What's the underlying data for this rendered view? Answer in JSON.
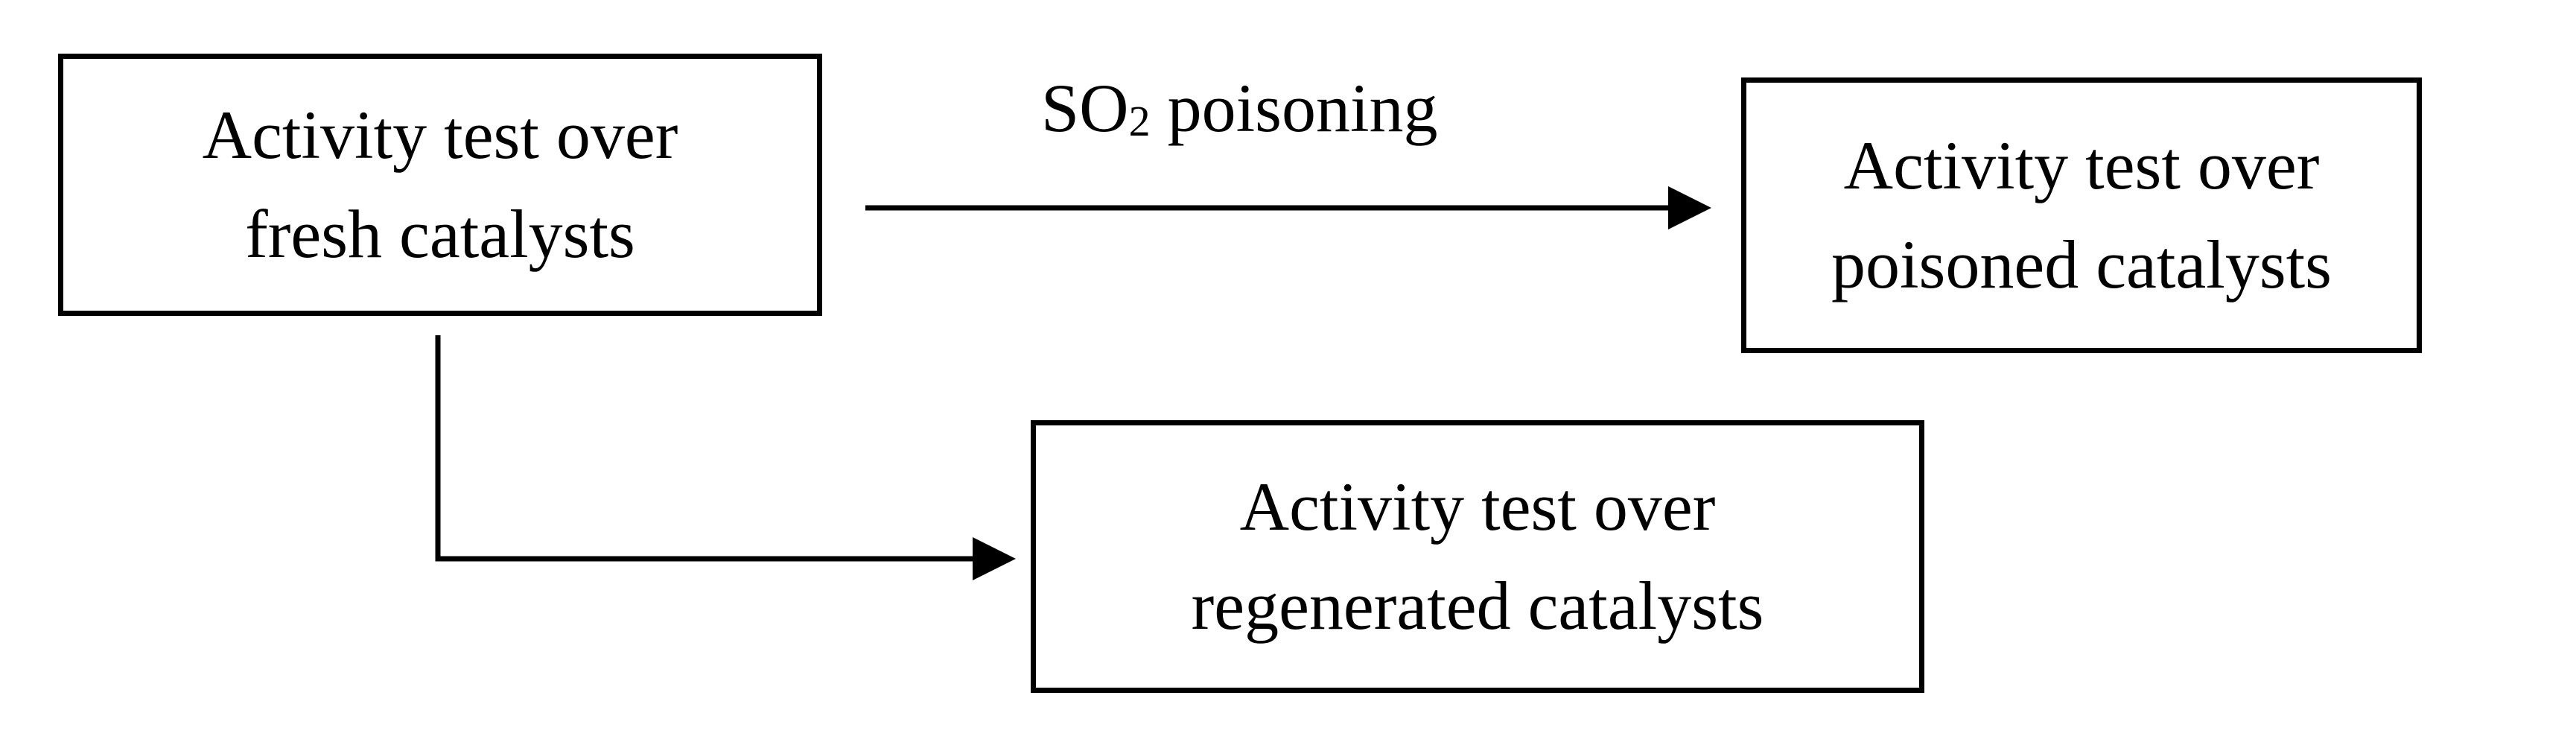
{
  "nodes": {
    "fresh": {
      "line1": "Activity test over",
      "line2": "fresh catalysts"
    },
    "poisoned": {
      "line1": "Activity test over",
      "line2": "poisoned catalysts"
    },
    "regenerated": {
      "line1": "Activity test over",
      "line2": "regenerated catalysts"
    }
  },
  "edges": {
    "poisoning": {
      "label_main": "SO",
      "label_sub": "2",
      "label_rest": " poisoning",
      "from": "fresh",
      "to": "poisoned"
    },
    "regeneration": {
      "from": "fresh",
      "to": "regenerated"
    }
  },
  "colors": {
    "stroke": "#000000",
    "background": "#ffffff"
  }
}
